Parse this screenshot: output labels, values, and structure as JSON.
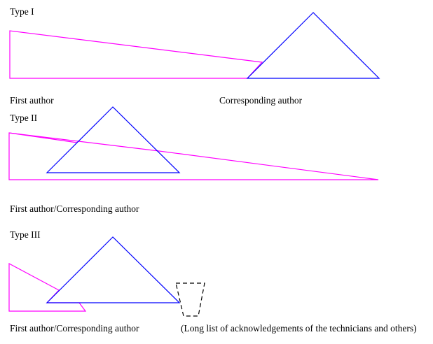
{
  "colors": {
    "wedge": "#ff00ff",
    "triangle": "#0000ff",
    "trapezoid": "#000000"
  },
  "sections": [
    {
      "title": "Type I",
      "labels": [
        "First author",
        "Corresponding author"
      ]
    },
    {
      "title": "Type II",
      "labels": [
        "First author/Corresponding author"
      ]
    },
    {
      "title": "Type III",
      "labels": [
        "First author/Corresponding author",
        "(Long list of acknowledgements of the technicians and others)"
      ]
    }
  ]
}
